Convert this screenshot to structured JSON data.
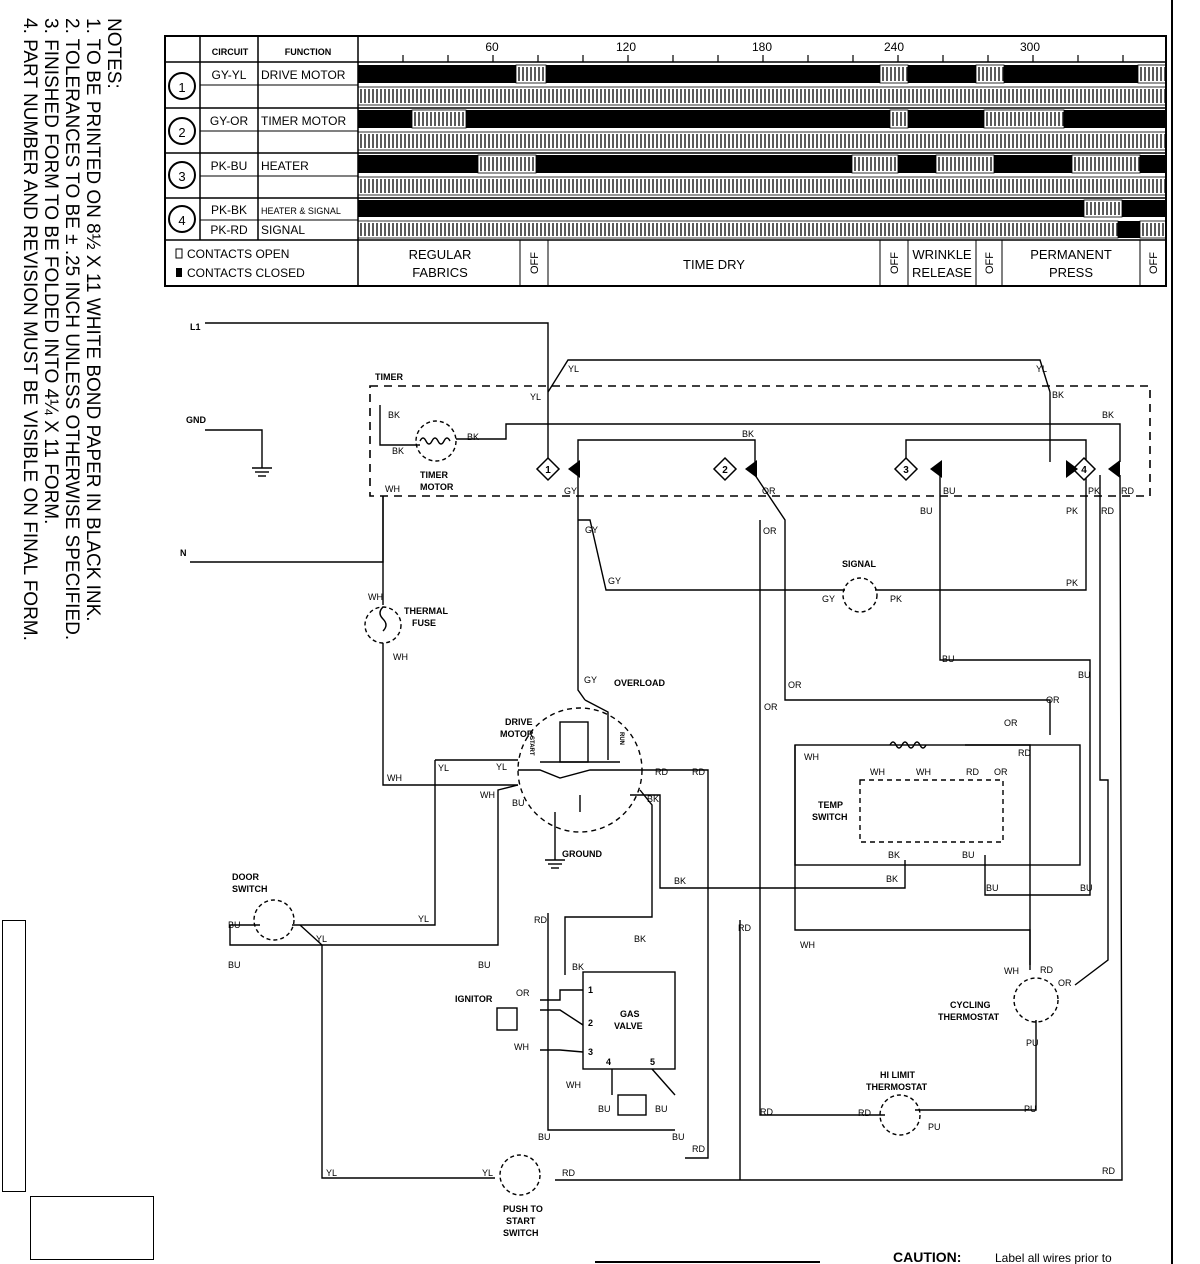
{
  "notes": {
    "heading": "NOTES:",
    "items": [
      "1.  TO BE PRINTED ON 8½ X 11 WHITE BOND PAPER IN BLACK INK.",
      "2.  TOLERANCES TO BE ± .25 INCH UNLESS OTHERWISE SPECIFIED.",
      "3.  FINISHED FORM TO BE FOLDED INTO 4¼ X 11 FORM.",
      "4.  PART NUMBER AND REVISION MUST BE VISIBLE ON FINAL FORM."
    ]
  },
  "timer_chart": {
    "headers": {
      "circuit": "CIRCUIT",
      "function": "FUNCTION"
    },
    "ticks": [
      "60",
      "120",
      "180",
      "240",
      "300"
    ],
    "rows": [
      {
        "num": "1",
        "circuit": "GY-YL",
        "function": "DRIVE MOTOR"
      },
      {
        "num": "2",
        "circuit": "GY-OR",
        "function": "TIMER MOTOR"
      },
      {
        "num": "3",
        "circuit": "PK-BU",
        "function": "HEATER"
      },
      {
        "num": "4",
        "circuit": "PK-BK",
        "function": "HEATER & SIGNAL",
        "circuit_b": "PK-RD",
        "function_b": "SIGNAL"
      }
    ],
    "legend": {
      "open": "CONTACTS OPEN",
      "closed": "CONTACTS CLOSED"
    },
    "cycles": [
      {
        "l1": "REGULAR",
        "l2": "FABRICS"
      },
      {
        "l1": "OFF"
      },
      {
        "l1": "TIME DRY"
      },
      {
        "l1": "OFF"
      },
      {
        "l1": "WRINKLE",
        "l2": "RELEASE"
      },
      {
        "l1": "OFF"
      },
      {
        "l1": "PERMANENT",
        "l2": "PRESS"
      },
      {
        "l1": "OFF"
      }
    ]
  },
  "schematic": {
    "labels": {
      "l1": "L1",
      "gnd": "GND",
      "n": "N",
      "timer": "TIMER",
      "timer_motor": [
        "TIMER",
        "MOTOR"
      ],
      "thermal_fuse": [
        "THERMAL",
        "FUSE"
      ],
      "drive_motor": [
        "DRIVE",
        "MOTOR"
      ],
      "overload": "OVERLOAD",
      "ground": "GROUND",
      "start": "START",
      "run": "RUN",
      "door_switch": [
        "DOOR",
        "SWITCH"
      ],
      "signal": "SIGNAL",
      "temp_switch": [
        "TEMP",
        "SWITCH"
      ],
      "ignitor": "IGNITOR",
      "gas_valve": [
        "GAS",
        "VALVE"
      ],
      "cycling_thermostat": [
        "CYCLING",
        "THERMOSTAT"
      ],
      "hi_limit": [
        "HI LIMIT",
        "THERMOSTAT"
      ],
      "push_to_start": [
        "PUSH TO",
        "START",
        "SWITCH"
      ],
      "terminals": [
        "1",
        "2",
        "3",
        "4",
        "5"
      ],
      "markers": [
        "1",
        "2",
        "3",
        "4"
      ]
    },
    "wires": {
      "yl": "YL",
      "bk": "BK",
      "gy": "GY",
      "or": "OR",
      "bu": "BU",
      "pk": "PK",
      "rd": "RD",
      "wh": "WH",
      "pu": "PU"
    }
  },
  "caution": {
    "label": "CAUTION:",
    "text": "Label all wires prior to"
  }
}
